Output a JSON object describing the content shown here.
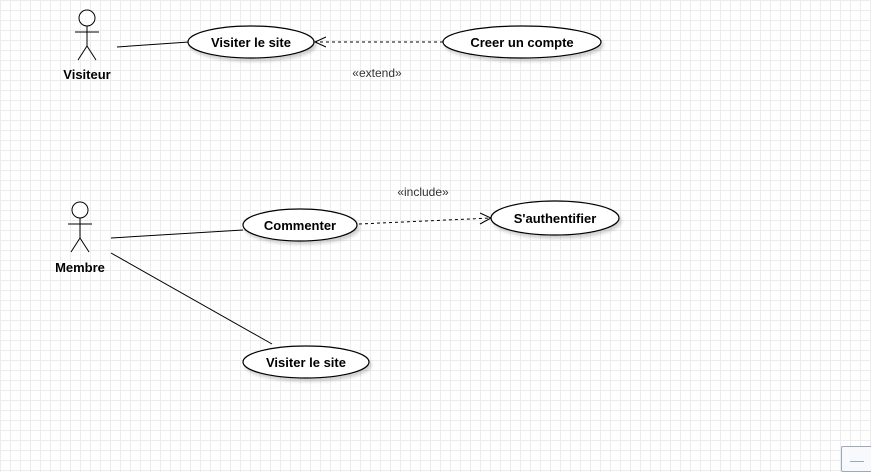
{
  "actors": [
    {
      "id": "visiteur",
      "label": "Visiteur"
    },
    {
      "id": "membre",
      "label": "Membre"
    }
  ],
  "use_cases": [
    {
      "id": "visiter-site-1",
      "label": "Visiter le site"
    },
    {
      "id": "creer-compte",
      "label": "Creer un compte"
    },
    {
      "id": "commenter",
      "label": "Commenter"
    },
    {
      "id": "authentifier",
      "label": "S'authentifier"
    },
    {
      "id": "visiter-site-2",
      "label": "Visiter le site"
    }
  ],
  "relations": [
    {
      "type": "association",
      "from": "visiteur",
      "to": "visiter-site-1"
    },
    {
      "type": "extend",
      "from": "creer-compte",
      "to": "visiter-site-1",
      "stereotype": "«extend»"
    },
    {
      "type": "association",
      "from": "membre",
      "to": "commenter"
    },
    {
      "type": "include",
      "from": "commenter",
      "to": "authentifier",
      "stereotype": "«include»"
    },
    {
      "type": "association",
      "from": "membre",
      "to": "visiter-site-2"
    }
  ]
}
